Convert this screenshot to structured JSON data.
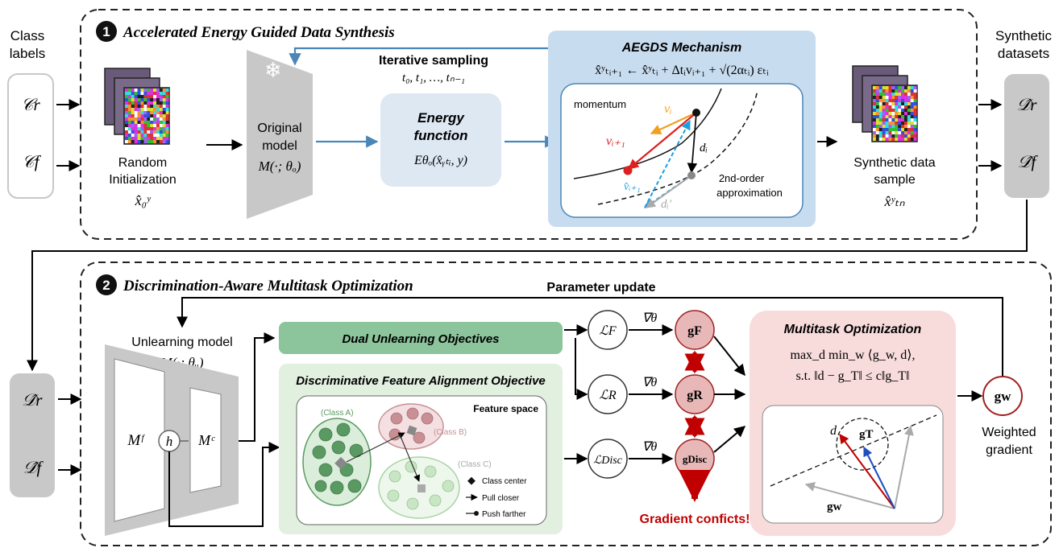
{
  "left": {
    "class_labels_1": "Class",
    "class_labels_2": "labels",
    "cr": "𝒞r",
    "cf": "𝒞f"
  },
  "right": {
    "synthetic_1": "Synthetic",
    "synthetic_2": "datasets",
    "dr": "𝒟̂r",
    "df": "𝒟̂f"
  },
  "stage1": {
    "number": "1",
    "title": "Accelerated Energy Guided Data Synthesis",
    "random_init_1": "Random",
    "random_init_2": "Initialization",
    "x0": "x̂₀ʸ",
    "original_model_1": "Original",
    "original_model_2": "model",
    "original_model_3": "M(·; θₒ)",
    "iterative_sampling": "Iterative sampling",
    "timesteps": "t₀, t₁, …, tₙ₋₁",
    "energy_1": "Energy",
    "energy_2": "function",
    "energy_3": "Eθₒ(x̂ᵧₜᵢ, y)",
    "mechanism_title": "AEGDS Mechanism",
    "mechanism_eq": "x̂ʸₜᵢ₊₁ ← x̂ʸₜᵢ + Δtᵢvᵢ₊₁ + √(2αₜᵢ) εₜᵢ",
    "momentum": "momentum",
    "vi": "vᵢ",
    "vi1": "vᵢ₊₁",
    "vhat": "v̂ᵢ₊₁",
    "di": "dᵢ",
    "diprime": "dᵢ′",
    "second_order_1": "2nd-order",
    "second_order_2": "approximation",
    "synthetic_sample_1": "Synthetic data",
    "synthetic_sample_2": "sample",
    "xtn": "x̂ʸₜₙ"
  },
  "stage2": {
    "number": "2",
    "title": "Discrimination-Aware Multitask Optimization",
    "parameter_update": "Parameter update",
    "unlearning_model_1": "Unlearning model",
    "unlearning_model_2": "M(·; θᵤ)",
    "mf": "Mᶠ",
    "h": "h",
    "mc": "Mᶜ",
    "dual_objectives": "Dual Unlearning Objectives",
    "dfa_title": "Discriminative Feature Alignment Objective",
    "feature_space": "Feature space",
    "class_a": "(Class A)",
    "class_b": "(Class B)",
    "class_c": "(Class C)",
    "legend_center": "Class center",
    "legend_pull": "Pull closer",
    "legend_push": "Push farther",
    "lf": "ℒF",
    "lr": "ℒR",
    "ldisc": "ℒDisc",
    "grad": "∇θ",
    "gf": "gF",
    "gr": "gR",
    "gdisc": "gDisc",
    "conflicts": "Gradient conficts!",
    "multitask_title": "Multitask Optimization",
    "multitask_eq1": "max_d min_w ⟨g_w, d⟩,",
    "multitask_eq2": "s.t. ‖d − g_T‖ ≤ c‖g_T‖",
    "vec_d": "d",
    "vec_gt": "gT",
    "vec_gw": "gw",
    "gw": "gw",
    "weighted_1": "Weighted",
    "weighted_2": "gradient"
  },
  "colors": {
    "stage1_blue": "#4a86b8",
    "mechanism_bg": "#c8dcef",
    "energy_bg": "#dde8f3",
    "dual_green": "#8cc49b",
    "dfa_bg": "#e2f0e0",
    "multitask_bg": "#f8dcdc",
    "conflict_red": "#c00000",
    "grad_circle": "#e8b8b8",
    "model_gray": "#c8c8c8",
    "class_a": "#5a9a62",
    "class_b": "#c89094",
    "class_c": "#a8d4a4"
  }
}
